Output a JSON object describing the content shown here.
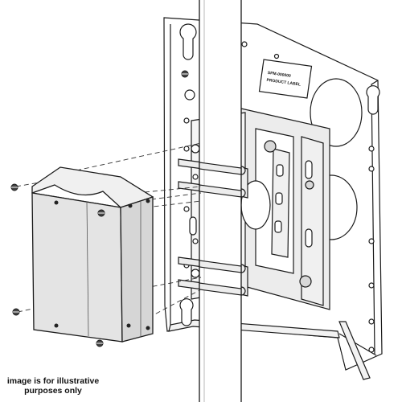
{
  "label": {
    "line1": "SPM-000000",
    "line2": "PRODUCT LABEL"
  },
  "caption": {
    "line1": "image is for illustrative",
    "line2": "purposes only"
  },
  "colors": {
    "outline": "#1a1a1a",
    "plate": "#ffffff",
    "bracket_fill": "#ececec",
    "cover_fill": "#e4e4e4",
    "cover_dark": "#cfcfcf",
    "dashed": "#333333"
  }
}
